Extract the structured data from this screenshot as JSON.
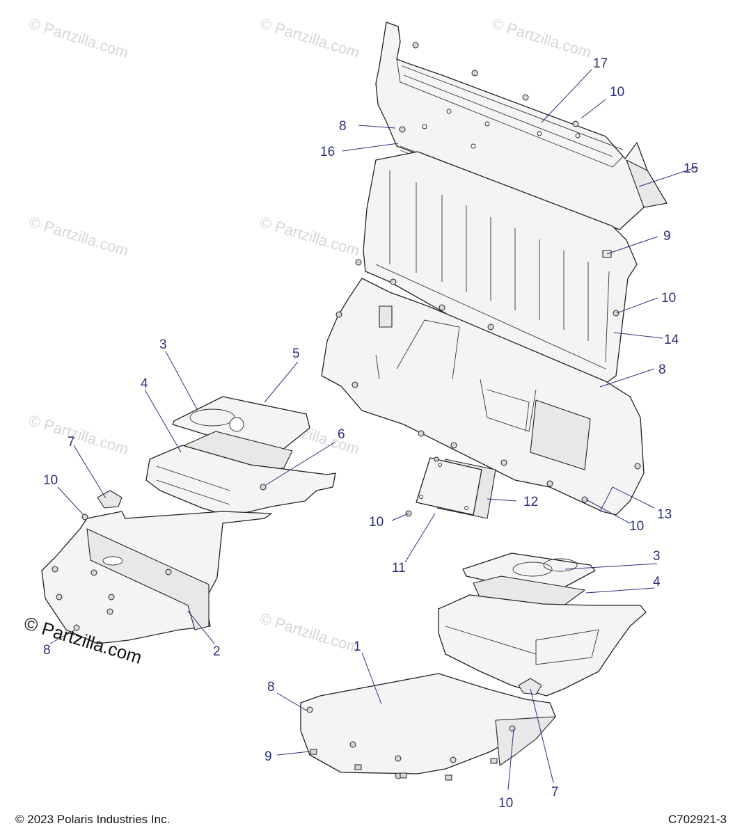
{
  "watermark": "© Partzilla.com",
  "logo_text": "© Partzilla.com",
  "footer": {
    "copyright": "© 2023 Polaris Industries Inc.",
    "diagram_code": "C702921-3"
  },
  "callouts": [
    "1",
    "2",
    "3",
    "3",
    "4",
    "4",
    "5",
    "6",
    "7",
    "7",
    "8",
    "8",
    "8",
    "8",
    "9",
    "9",
    "10",
    "10",
    "10",
    "10",
    "10",
    "10",
    "11",
    "12",
    "13",
    "14",
    "15",
    "16",
    "17"
  ]
}
